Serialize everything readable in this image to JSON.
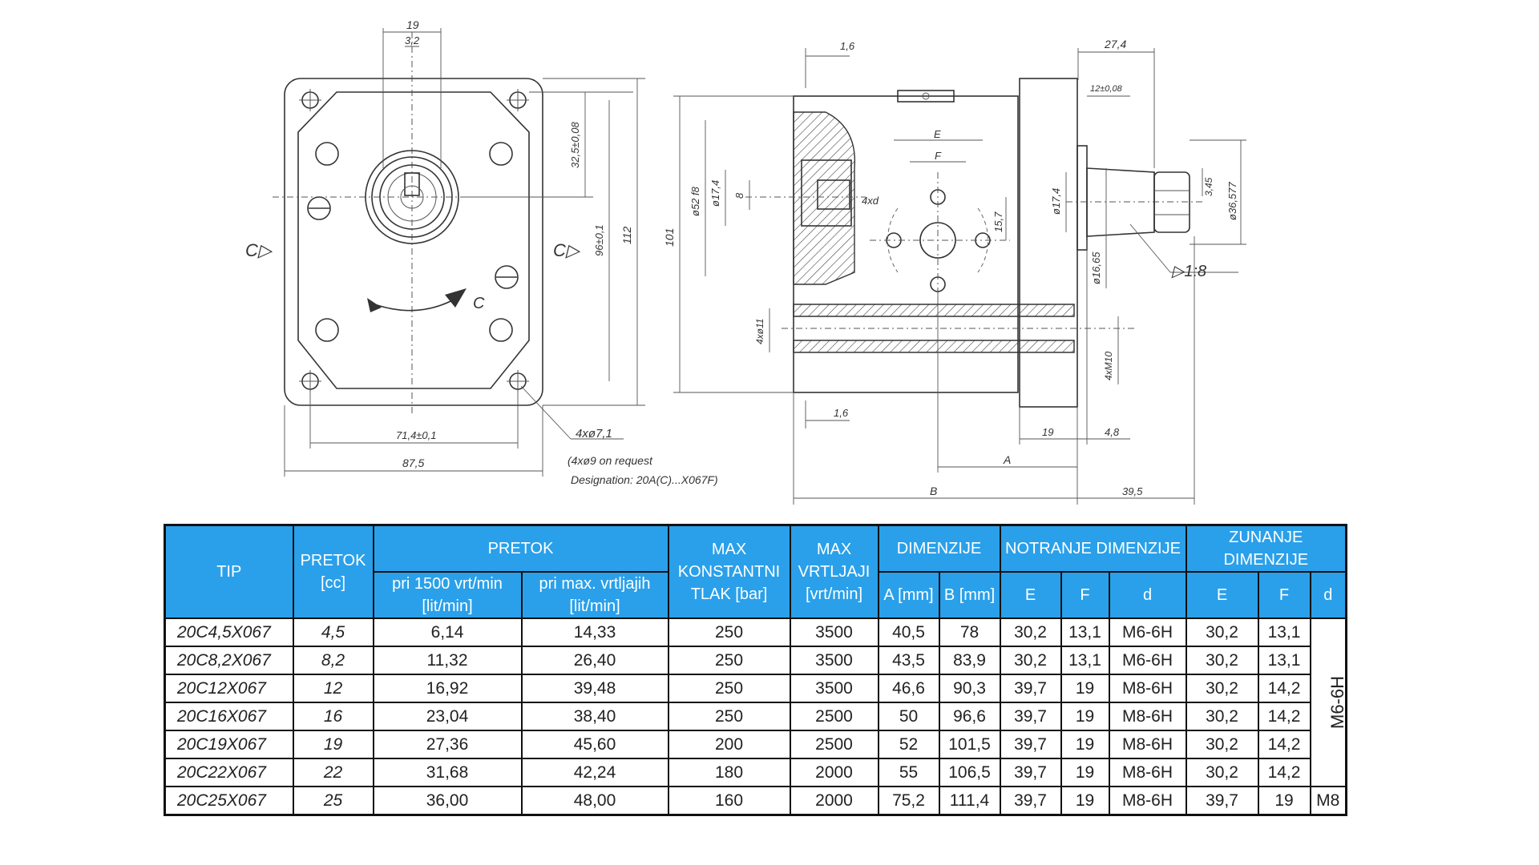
{
  "drawing": {
    "front_view": {
      "dim_top_19": "19",
      "dim_top_3_2": "3,2",
      "dim_shaft_offset": "32,5±0,08",
      "dim_bolt_spacing_v": "96±0,1",
      "dim_height": "112",
      "dim_bolt_spacing_h": "71,4±0,1",
      "dim_width": "87,5",
      "hole_note": "4xø7,1",
      "hole_note_2": "(4xø9 on request",
      "hole_note_3": "Designation: 20A(C)...X067F)",
      "section_mark_left": "C▷",
      "section_mark_right": "C▷",
      "rotation_label": "C"
    },
    "side_view": {
      "dim_27_4": "27,4",
      "dim_12_keyway": "12±0,08",
      "dim_ra_top": "1,6",
      "dim_ra_bottom": "1,6",
      "dim_height_101": "101",
      "dim_dia_52": "ø52 f8",
      "dim_dia_17_4_left": "ø17,4",
      "dim_8": "8",
      "dim_4xd": "4xd",
      "dim_E": "E",
      "dim_F": "F",
      "dim_15_7": "15,7",
      "dim_dia_17_4_right": "ø17,4",
      "dim_3_45": "3,45",
      "dim_dia_36_577": "ø36,577",
      "dim_dia_16_65": "ø16,65",
      "dim_taper": "▷1:8",
      "dim_4xM10": "4xM10",
      "dim_4x11": "4xø11",
      "dim_19": "19",
      "dim_4_8": "4,8",
      "dim_A": "A",
      "dim_B": "B",
      "dim_39_5": "39,5"
    }
  },
  "table": {
    "headers": {
      "tip": "TIP",
      "pretok_cc": "PRETOK [cc]",
      "pretok_group": "PRETOK",
      "pretok_1500": "pri 1500 vrt/min [lit/min]",
      "pretok_max": "pri max. vrtljajih [lit/min]",
      "max_tlak": "MAX KONSTANTNI TLAK [bar]",
      "max_vrt": "MAX VRTLJAJI [vrt/min]",
      "dimenzije": "DIMENZIJE",
      "dim_a": "A [mm]",
      "dim_b": "B [mm]",
      "notranje": "NOTRANJE DIMENZIJE",
      "zunanje": "ZUNANJE DIMENZIJE",
      "n_e": "E",
      "n_f": "F",
      "n_d": "d",
      "z_e": "E",
      "z_f": "F",
      "z_d": "d"
    },
    "rows": [
      {
        "tip": "20C4,5X067",
        "cc": "4,5",
        "q1500": "6,14",
        "qmax": "14,33",
        "tlak": "250",
        "vrt": "3500",
        "a": "40,5",
        "b": "78",
        "ne": "30,2",
        "nf": "13,1",
        "nd": "M6-6H",
        "ze": "30,2",
        "zf": "13,1"
      },
      {
        "tip": "20C8,2X067",
        "cc": "8,2",
        "q1500": "11,32",
        "qmax": "26,40",
        "tlak": "250",
        "vrt": "3500",
        "a": "43,5",
        "b": "83,9",
        "ne": "30,2",
        "nf": "13,1",
        "nd": "M6-6H",
        "ze": "30,2",
        "zf": "13,1"
      },
      {
        "tip": "20C12X067",
        "cc": "12",
        "q1500": "16,92",
        "qmax": "39,48",
        "tlak": "250",
        "vrt": "3500",
        "a": "46,6",
        "b": "90,3",
        "ne": "39,7",
        "nf": "19",
        "nd": "M8-6H",
        "ze": "30,2",
        "zf": "14,2"
      },
      {
        "tip": "20C16X067",
        "cc": "16",
        "q1500": "23,04",
        "qmax": "38,40",
        "tlak": "250",
        "vrt": "2500",
        "a": "50",
        "b": "96,6",
        "ne": "39,7",
        "nf": "19",
        "nd": "M8-6H",
        "ze": "30,2",
        "zf": "14,2"
      },
      {
        "tip": "20C19X067",
        "cc": "19",
        "q1500": "27,36",
        "qmax": "45,60",
        "tlak": "200",
        "vrt": "2500",
        "a": "52",
        "b": "101,5",
        "ne": "39,7",
        "nf": "19",
        "nd": "M8-6H",
        "ze": "30,2",
        "zf": "14,2"
      },
      {
        "tip": "20C22X067",
        "cc": "22",
        "q1500": "31,68",
        "qmax": "42,24",
        "tlak": "180",
        "vrt": "2000",
        "a": "55",
        "b": "106,5",
        "ne": "39,7",
        "nf": "19",
        "nd": "M8-6H",
        "ze": "30,2",
        "zf": "14,2"
      },
      {
        "tip": "20C25X067",
        "cc": "25",
        "q1500": "36,00",
        "qmax": "48,00",
        "tlak": "160",
        "vrt": "2000",
        "a": "75,2",
        "b": "111,4",
        "ne": "39,7",
        "nf": "19",
        "nd": "M8-6H",
        "ze": "39,7",
        "zf": "19"
      }
    ],
    "merged_zd": "M6-6H",
    "last_zd": "M8"
  }
}
